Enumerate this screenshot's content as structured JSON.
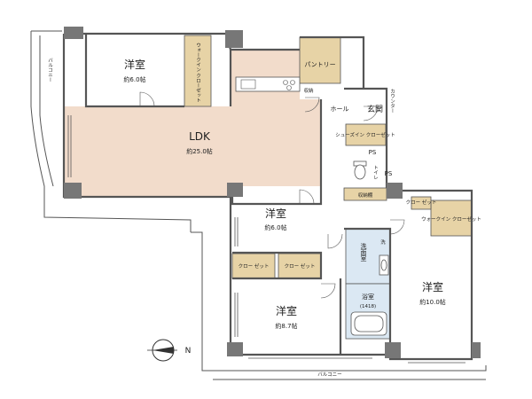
{
  "colors": {
    "wall": "#555555",
    "pillar": "#777777",
    "ldk_floor": "#f2dccb",
    "room_floor": "#ffffff",
    "closet": "#e7d3a6",
    "pantry": "#e7d3a6",
    "bath": "#dbe8f3",
    "line": "#333333"
  },
  "rooms": {
    "bedroom_nw": {
      "name": "洋室",
      "area": "約6.0帖"
    },
    "ldk": {
      "name": "LDK",
      "area": "約25.0帖"
    },
    "bedroom_center": {
      "name": "洋室",
      "area": "約6.0帖"
    },
    "bedroom_sw": {
      "name": "洋室",
      "area": "約8.7帖"
    },
    "bedroom_se": {
      "name": "洋室",
      "area": "約10.0帖"
    }
  },
  "labels": {
    "walkin_closet_nw": "ウォークイン クローゼット",
    "pantry": "パントリー",
    "storage_small": "収納",
    "hall": "ホール",
    "entrance": "玄関",
    "counter": "カウンター",
    "shoes_closet": "シューズイン クローゼット",
    "ps1": "PS",
    "ps2": "PS",
    "toilet": "トイレ",
    "storage_shelf": "収納棚",
    "closet_a": "クロー ゼット",
    "closet_b": "クロー ゼット",
    "washroom": "洗面室",
    "washer": "洗",
    "bathroom": "浴室",
    "bath_size": "(1418)",
    "closet_small_se": "クロー ゼット",
    "walkin_closet_se": "ウォークイン クローゼット",
    "balcony_west": "バルコニー",
    "balcony_south": "バルコニー",
    "north": "N"
  },
  "icons": {
    "compass": "compass-icon",
    "kitchen": "kitchen-counter-icon",
    "stove": "stove-icon",
    "toilet_fixture": "toilet-icon",
    "basin": "wash-basin-icon",
    "bathtub": "bathtub-icon"
  }
}
